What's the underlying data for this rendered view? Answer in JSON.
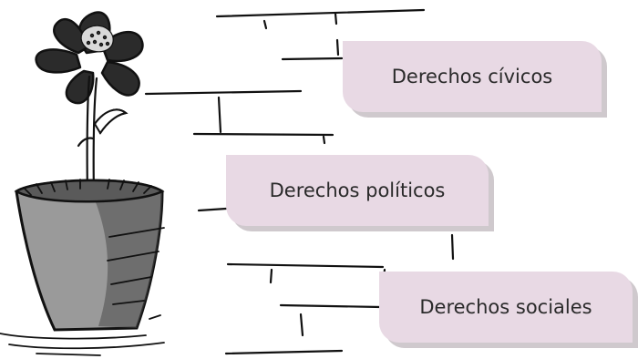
{
  "labels": {
    "civicos": "Derechos cívicos",
    "politicos": "Derechos políticos",
    "sociales": "Derechos sociales"
  },
  "icons": {
    "plant": "potted-flower-icon",
    "lines": "decorative-lines"
  },
  "colors": {
    "card_face": "#e8d9e4",
    "card_shadow": "#cfc9cd",
    "text": "#2a2a2a",
    "ink": "#111111",
    "pot_gray": "#8f8f8f"
  }
}
